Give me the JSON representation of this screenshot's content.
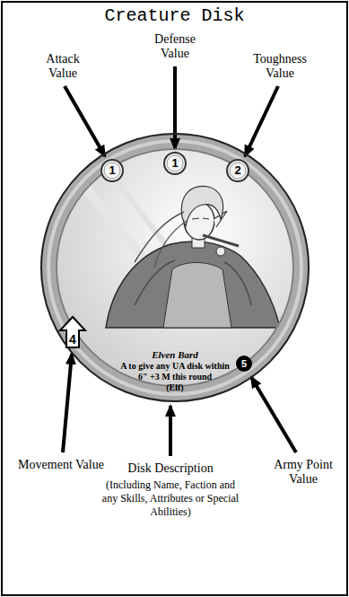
{
  "diagram": {
    "title": "Creature Disk",
    "nodes": [
      {
        "text": [
          "Elven Bard",
          "A to give any UA disk within 6\" +3 M this round",
          "(Elf)"
        ]
      },
      {
        "text": [
          "1"
        ],
        "in": 0
      },
      {
        "text": [
          "1"
        ],
        "in": 0
      },
      {
        "text": [
          "2"
        ],
        "in": 0
      },
      {
        "text": [
          "4"
        ],
        "in": 0
      },
      {
        "text": [
          "5"
        ],
        "in": 0
      }
    ],
    "labels": [
      "Attack Value",
      "Defense Value",
      "Toughness Value",
      "Movement Value",
      "Disk Description",
      "(Including Name, Faction and any Skills, Attributes or Special Abilities)",
      "Army Point Value"
    ]
  }
}
